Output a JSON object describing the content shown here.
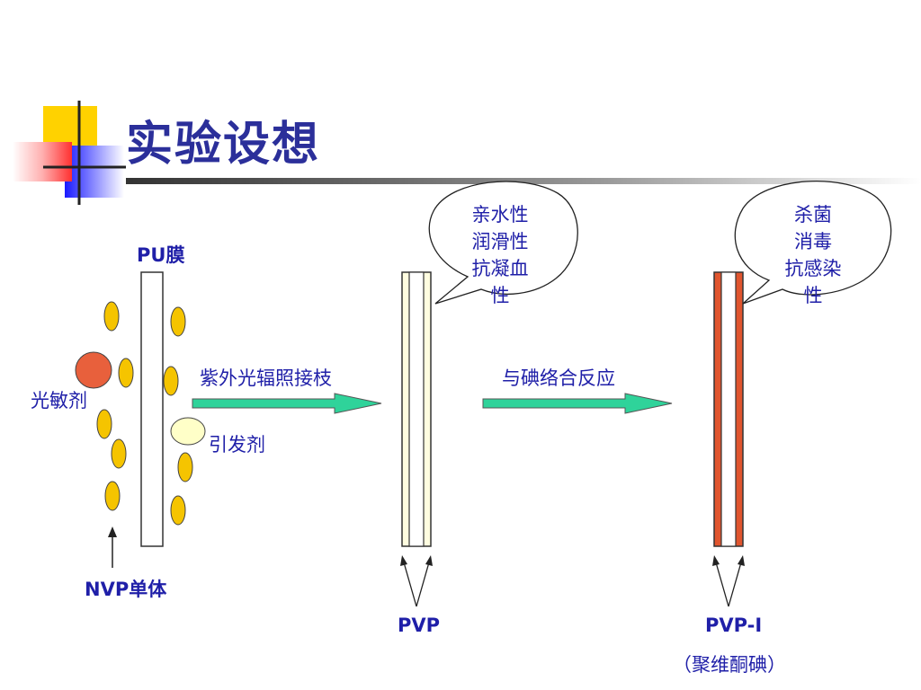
{
  "slide": {
    "title": "实验设想"
  },
  "labels": {
    "pu_membrane": "PU膜",
    "photosensitizer": "光敏剂",
    "initiator": "引发剂",
    "nvp_monomer": "NVP单体",
    "uv_grafting": "紫外光辐照接枝",
    "iodine_complex": "与碘络合反应",
    "pvp": "PVP",
    "pvp_i": "PVP-I",
    "povidone_iodine": "（聚维酮碘）"
  },
  "bubbles": {
    "pvp_properties": [
      "亲水性",
      "润滑性",
      "抗凝血",
      "性"
    ],
    "pvpi_properties": [
      "杀菌",
      "消毒",
      "抗感染",
      "性"
    ]
  },
  "colors": {
    "title": "#2b2f9a",
    "text": "#1f1fa8",
    "monomer_fill": "#f5c400",
    "photosensitizer_fill": "#e8603c",
    "initiator_fill": "#ffffc8",
    "arrow_fill": "#2fd39a",
    "pvp_layer": "#fffde0",
    "pvpi_layer": "#e0552e"
  }
}
